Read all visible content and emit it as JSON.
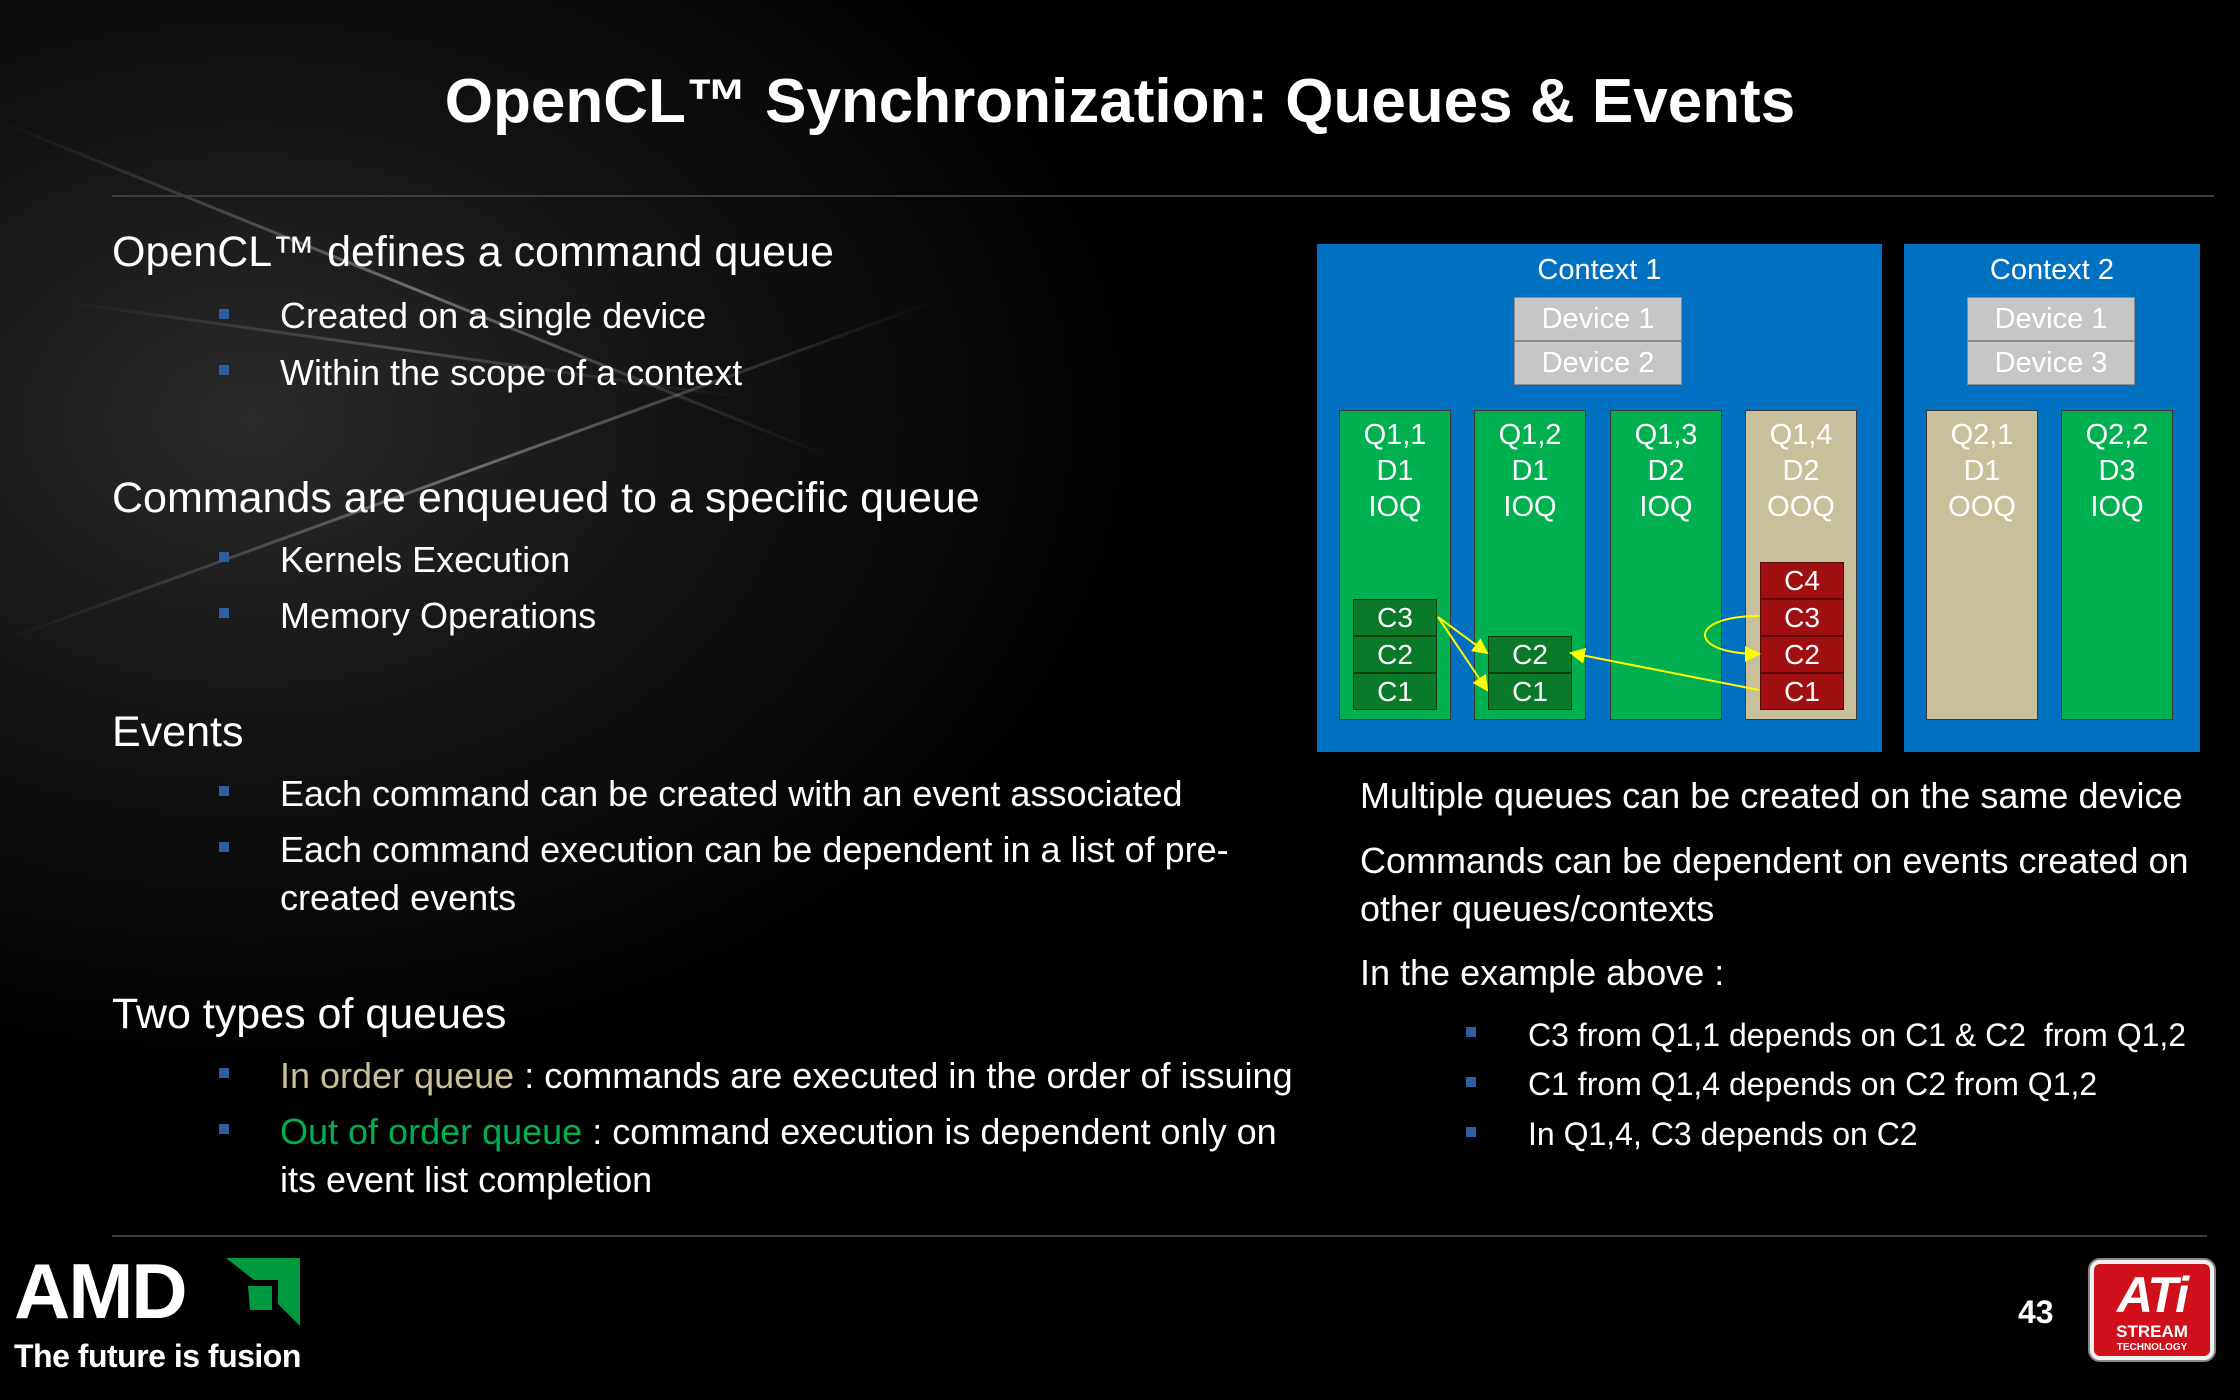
{
  "slide": {
    "title": "OpenCL™ Synchronization: Queues & Events",
    "page_number": "43"
  },
  "left": {
    "sections": [
      {
        "heading": "OpenCL™ defines a command queue",
        "bullets": [
          "Created on a single device",
          "Within the scope of a context"
        ]
      },
      {
        "heading": "Commands are enqueued to a specific queue",
        "bullets": [
          "Kernels Execution",
          "Memory Operations"
        ]
      },
      {
        "heading": "Events",
        "bullets": [
          "Each command can be created with an event associated",
          "Each command execution can be dependent in a list of pre-",
          "created events"
        ]
      },
      {
        "heading": "Two types of queues",
        "bullets": [
          {
            "highlight": "In order queue",
            "rest": " : commands are executed in the order of issuing"
          },
          {
            "highlight": "Out of order queue",
            "rest": " : command execution is dependent only  on",
            "cont": "its event list completion"
          }
        ]
      }
    ]
  },
  "diagram": {
    "contexts": [
      {
        "label": "Context 1",
        "devices": [
          "Device 1",
          "Device 2"
        ],
        "queues": [
          {
            "lines": [
              "Q1,1",
              "D1",
              "IOQ"
            ],
            "kind": "green",
            "commands": [
              "C3",
              "C2",
              "C1"
            ]
          },
          {
            "lines": [
              "Q1,2",
              "D1",
              "IOQ"
            ],
            "kind": "green",
            "commands": [
              "C2",
              "C1"
            ]
          },
          {
            "lines": [
              "Q1,3",
              "D2",
              "IOQ"
            ],
            "kind": "green",
            "commands": []
          },
          {
            "lines": [
              "Q1,4",
              "D2",
              "OOQ"
            ],
            "kind": "tan",
            "commands": [
              "C4",
              "C3",
              "C2",
              "C1"
            ]
          }
        ]
      },
      {
        "label": "Context 2",
        "devices": [
          "Device 1",
          "Device 3"
        ],
        "queues": [
          {
            "lines": [
              "Q2,1",
              "D1",
              "OOQ"
            ],
            "kind": "tan",
            "commands": []
          },
          {
            "lines": [
              "Q2,2",
              "D3",
              "IOQ"
            ],
            "kind": "green",
            "commands": []
          }
        ]
      }
    ],
    "colors": {
      "context": "#0070c0",
      "ioq": "#00b050",
      "ooq": "#c8bf9b",
      "cmd_ioq": "#0a7a28",
      "cmd_ooq": "#a01010",
      "arrow": "#ffff00"
    }
  },
  "right": {
    "para1": "Multiple queues can be created on the same device",
    "para2a": "Commands can be dependent on events created on",
    "para2b": "other queues/contexts",
    "para3": "In the example above :",
    "bullets": [
      "C3 from Q1,1 depends on C1 & C2  from Q1,2",
      "C1 from Q1,4 depends on C2 from Q1,2",
      "In Q1,4, C3 depends on C2"
    ]
  },
  "footer": {
    "amd_logo": "AMD",
    "tagline": "The future is fusion",
    "ati_logo": "ATi",
    "ati_stream": "STREAM",
    "ati_tech": "TECHNOLOGY",
    "colors": {
      "in_order": "#c8bf9b",
      "out_of_order": "#00b050",
      "ati_red": "#d0101a"
    }
  }
}
